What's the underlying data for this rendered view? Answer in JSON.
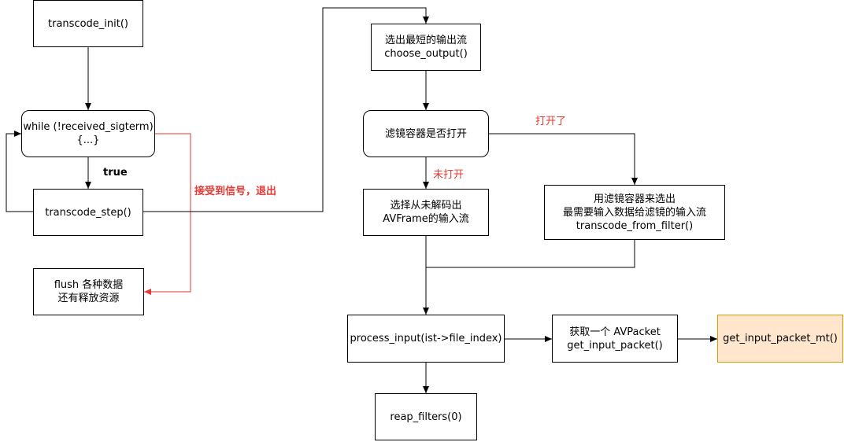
{
  "nodes": {
    "transcode_init": "transcode_init()",
    "while_line1": "while (!received_sigterm)",
    "while_line2": "{...}",
    "transcode_step": "transcode_step()",
    "flush_line1": "flush 各种数据",
    "flush_line2": "还有释放资源",
    "choose_line1": "选出最短的输出流",
    "choose_line2": "choose_output()",
    "filter_check": "滤镜容器是否打开",
    "select_line1": "选择从未解码出",
    "select_line2": "AVFrame的输入流",
    "from_filter_line1": "用滤镜容器来选出",
    "from_filter_line2": "最需要输入数据给滤镜的输入流",
    "from_filter_line3": "transcode_from_filter()",
    "process_input": "process_input(ist->file_index)",
    "get_packet_line1": "获取一个 AVPacket",
    "get_packet_line2": "get_input_packet()",
    "get_packet_mt": "get_input_packet_mt()",
    "reap_filters": "reap_filters(0)"
  },
  "labels": {
    "true": "true",
    "exit_signal": "接受到信号，退出",
    "opened": "打开了",
    "not_opened": "未打开"
  },
  "colors": {
    "exit_edge": "#e53935",
    "highlight_fill": "#ffe6cc",
    "highlight_stroke": "#d79b00"
  }
}
